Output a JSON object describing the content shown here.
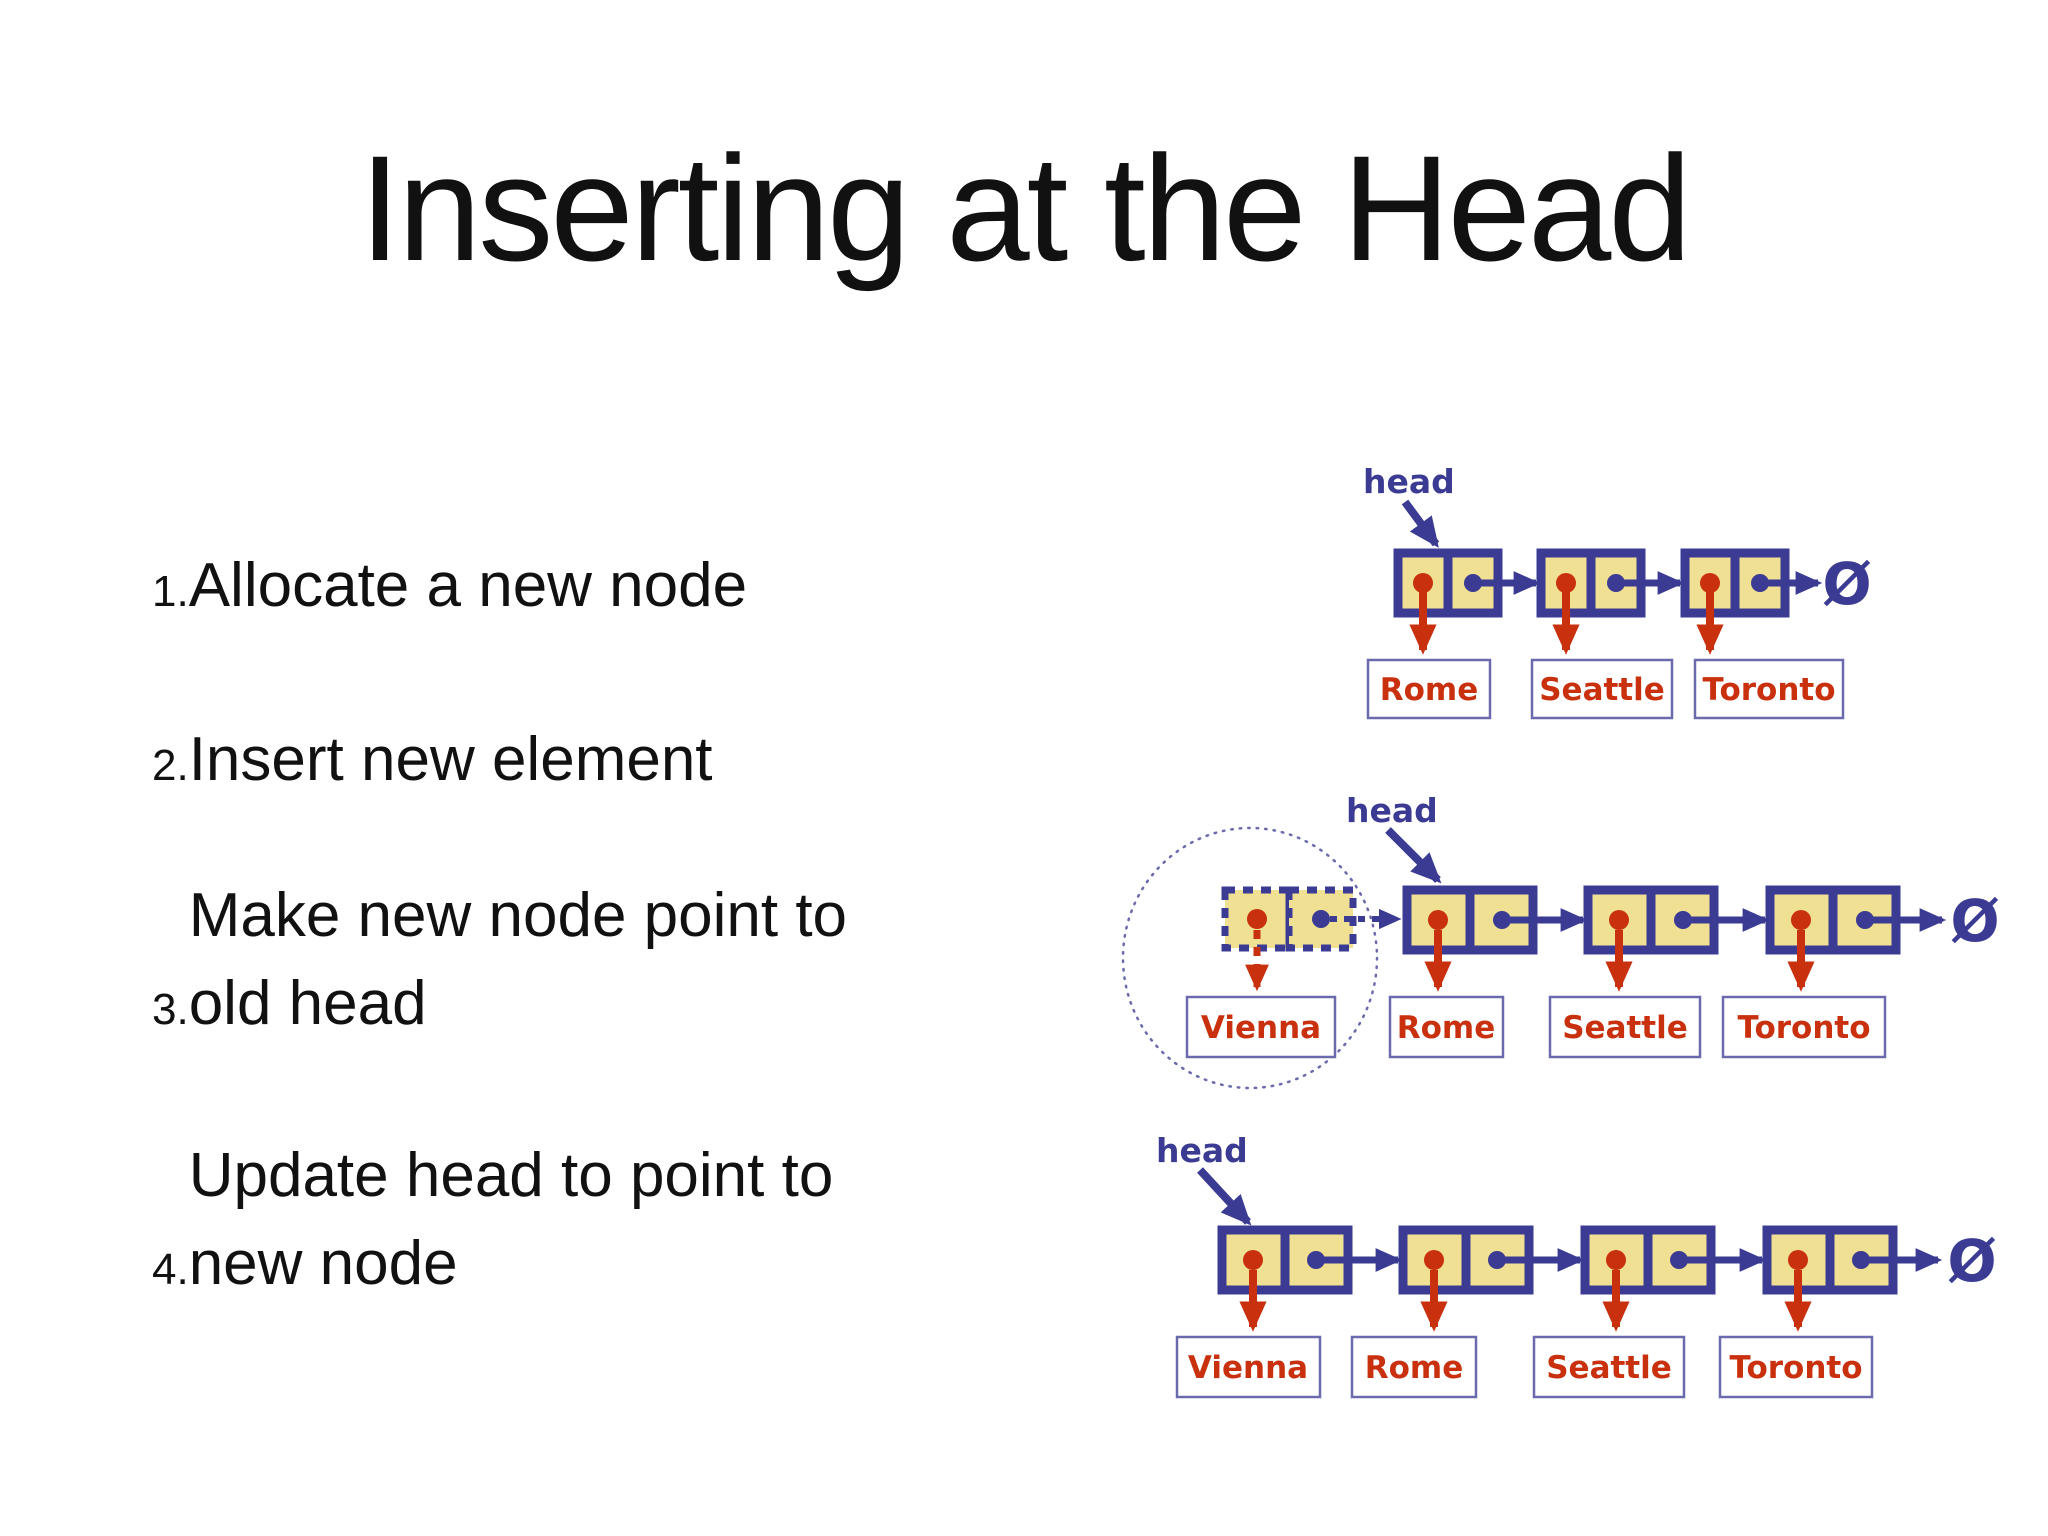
{
  "slide": {
    "title": "Inserting at the Head",
    "steps": [
      {
        "num": "1.",
        "line1": "Allocate a new node"
      },
      {
        "num": "2.",
        "line1": "Insert new element"
      },
      {
        "num": "3.",
        "line1": "Make new node point to",
        "line2": "old head"
      },
      {
        "num": "4.",
        "line1": "Update head to point to",
        "line2": "new node"
      }
    ]
  },
  "diagrams": [
    {
      "name": "initial-list",
      "head_label": "head",
      "nodes": [
        "Rome",
        "Seattle",
        "Toronto"
      ],
      "null_symbol": "Ø"
    },
    {
      "name": "new-node-allocated",
      "head_label": "head",
      "new_node": "Vienna",
      "nodes": [
        "Rome",
        "Seattle",
        "Toronto"
      ],
      "null_symbol": "Ø"
    },
    {
      "name": "head-updated",
      "head_label": "head",
      "nodes": [
        "Vienna",
        "Rome",
        "Seattle",
        "Toronto"
      ],
      "null_symbol": "Ø"
    }
  ],
  "colors": {
    "background": "#FFFFFF",
    "text": "#111111",
    "indigo": "#3B3B93",
    "yellow": "#F0E094",
    "red": "#C9300E",
    "boxborder": "#6A6AAC"
  }
}
